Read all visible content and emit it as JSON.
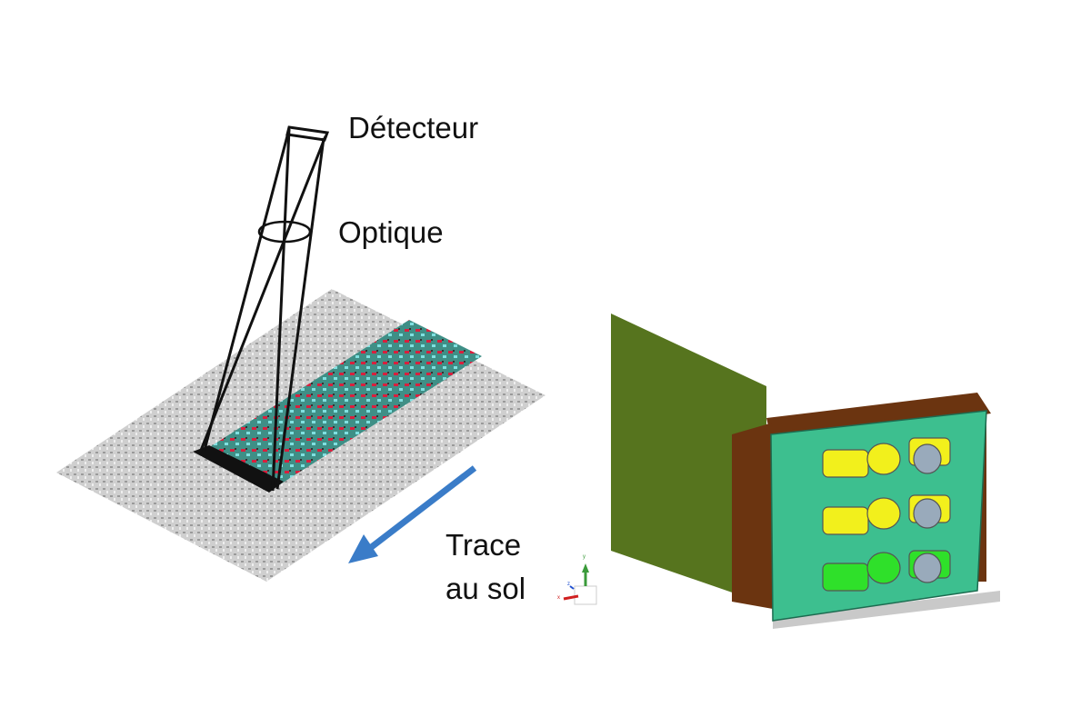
{
  "labels": {
    "detector": "Détecteur",
    "optics": "Optique",
    "ground_track_line1": "Trace",
    "ground_track_line2": "au sol"
  },
  "axis_triad": {
    "x": "x",
    "y": "y",
    "z": "z"
  },
  "colors": {
    "arrow": "#3a7cc8",
    "panel": "#56741e",
    "frame": "#5a2e0a",
    "body": "#3dbf8f",
    "feed_yellow": "#f2f01c",
    "feed_green": "#2fe02a"
  }
}
